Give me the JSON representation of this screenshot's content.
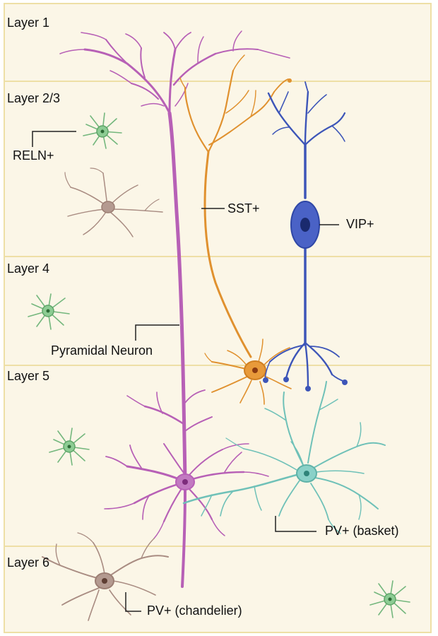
{
  "layers": [
    {
      "label": "Layer 1"
    },
    {
      "label": "Layer 2/3"
    },
    {
      "label": "Layer 4"
    },
    {
      "label": "Layer 5"
    },
    {
      "label": "Layer 6"
    }
  ],
  "cell_labels": {
    "reln": "RELN+",
    "sst": "SST+",
    "vip": "VIP+",
    "pyramidal": "Pyramidal Neuron",
    "pv_basket": "PV+ (basket)",
    "pv_chandelier": "PV+ (chandelier)"
  },
  "colors": {
    "background": "#fbf6e7",
    "layer_border": "#eedfa6",
    "pyramidal": "#b760b6",
    "sst": "#e0912f",
    "vip": "#3d55b8",
    "pv_basket": "#6fc1b8",
    "pv_chandelier": "#a98c82",
    "reln": "#74b77d"
  }
}
